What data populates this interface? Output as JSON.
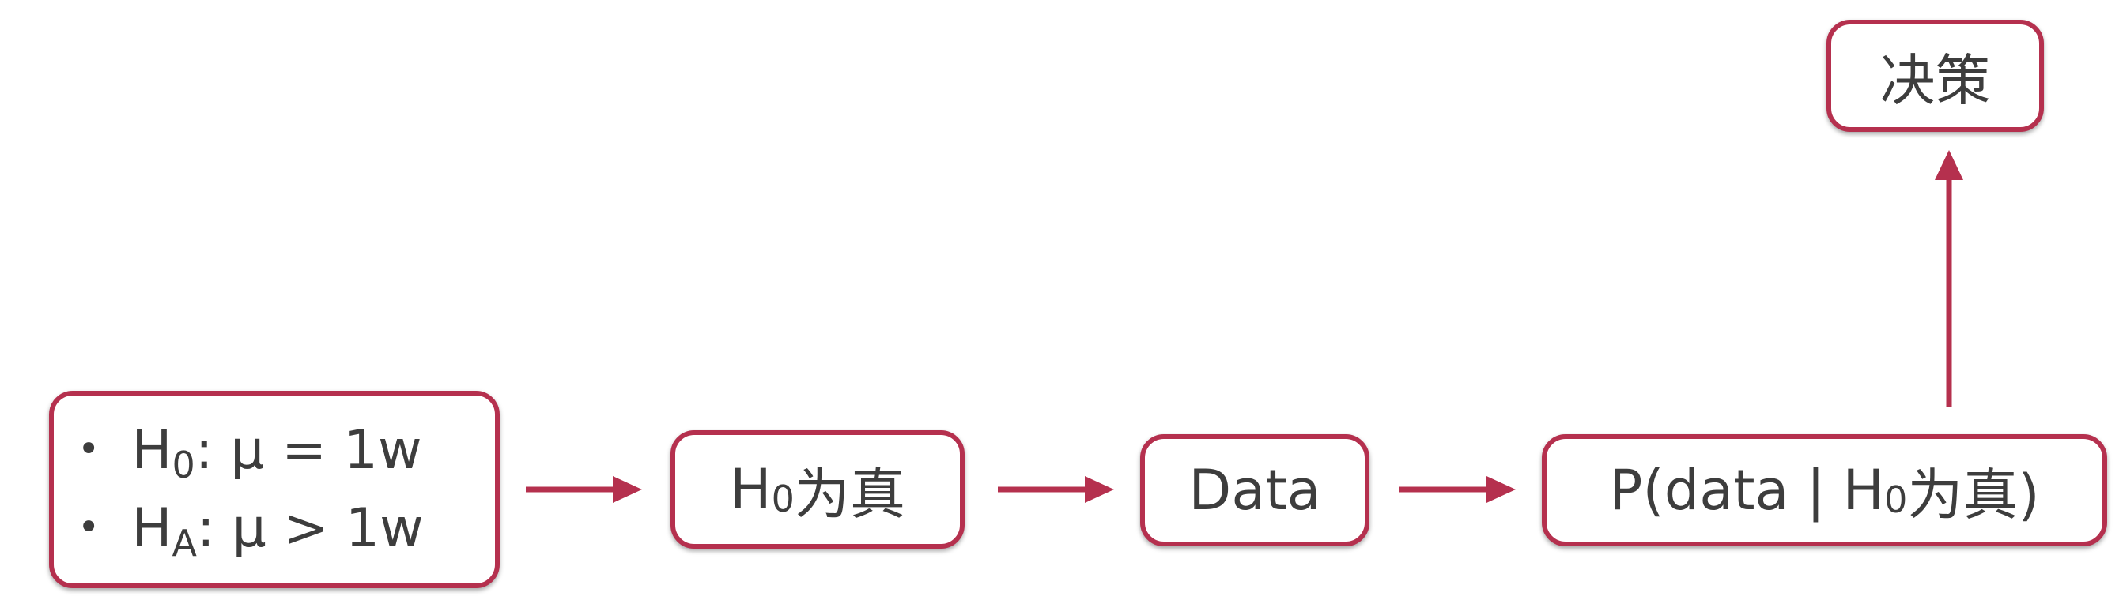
{
  "diagram": {
    "hypotheses": {
      "items": [
        {
          "bullet": "•",
          "main": "H",
          "sub": "0",
          "rest": ": μ = 1w"
        },
        {
          "bullet": "•",
          "main": "H",
          "sub": "A",
          "rest": ": μ > 1w"
        }
      ]
    },
    "h0_true": {
      "main": "H",
      "sub": "0",
      "rest": "为真"
    },
    "data_node": {
      "label": "Data"
    },
    "probability": {
      "prefix": "P(data | H",
      "sub": "0",
      "rest": "为真)"
    },
    "decision": {
      "label": "决策"
    },
    "colors": {
      "accent": "#b5304e",
      "text": "#3d3d3d"
    }
  }
}
